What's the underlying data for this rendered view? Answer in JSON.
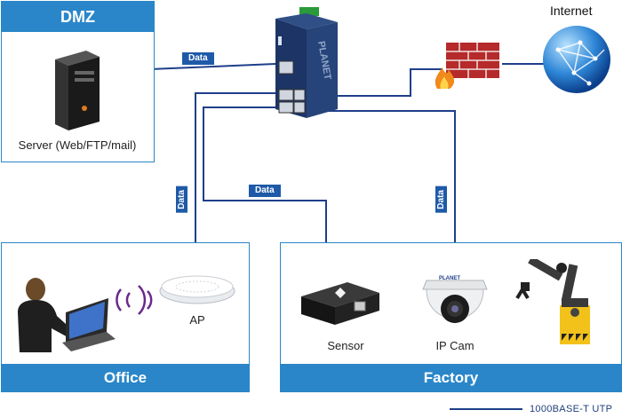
{
  "zones": {
    "dmz": {
      "title": "DMZ"
    },
    "office": {
      "title": "Office"
    },
    "factory": {
      "title": "Factory"
    }
  },
  "devices": {
    "server": "Server (Web/FTP/mail)",
    "ap": "AP",
    "sensor": "Sensor",
    "ipcam": "IP Cam",
    "internet": "Internet",
    "switch_brand": "PLANET",
    "cam_brand": "PLANET"
  },
  "links": {
    "data_label": "Data"
  },
  "legend": {
    "text": "1000BASE-T UTP",
    "color": "#1e3f8a"
  },
  "colors": {
    "zone_accent": "#2a86c8",
    "wire": "#1e3f8a",
    "data_tag": "#1e5aa8"
  }
}
